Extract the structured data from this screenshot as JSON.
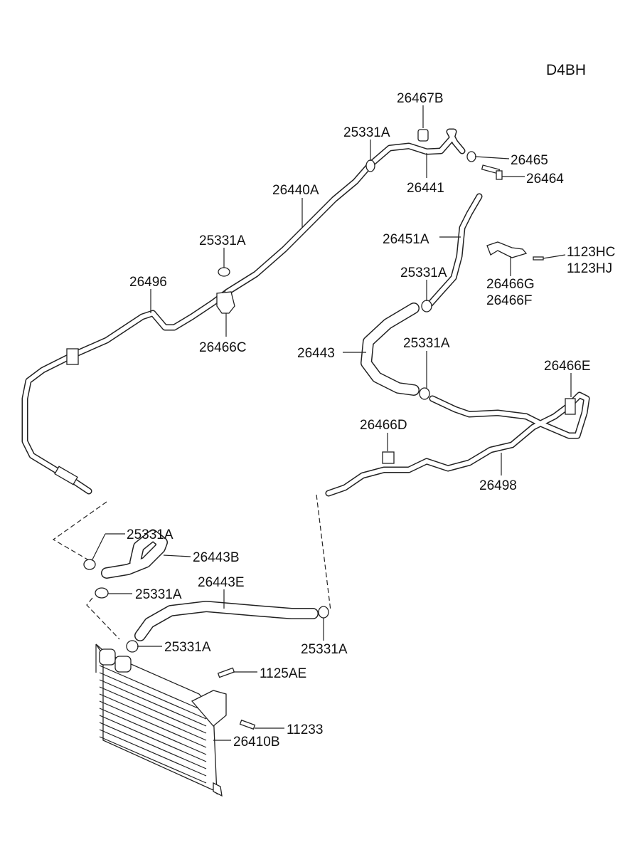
{
  "diagram": {
    "engine_code": "D4BH",
    "parts": [
      {
        "id": "p1",
        "label": "26467B"
      },
      {
        "id": "p2",
        "label": "25331A"
      },
      {
        "id": "p3",
        "label": "26465"
      },
      {
        "id": "p4",
        "label": "26464"
      },
      {
        "id": "p5",
        "label": "26441"
      },
      {
        "id": "p6",
        "label": "26440A"
      },
      {
        "id": "p7",
        "label": "25331A"
      },
      {
        "id": "p8",
        "label": "26451A"
      },
      {
        "id": "p9",
        "label": "1123HC"
      },
      {
        "id": "p10",
        "label": "1123HJ"
      },
      {
        "id": "p11",
        "label": "26496"
      },
      {
        "id": "p12",
        "label": "25331A"
      },
      {
        "id": "p13",
        "label": "26466G"
      },
      {
        "id": "p14",
        "label": "26466F"
      },
      {
        "id": "p15",
        "label": "26466C"
      },
      {
        "id": "p16",
        "label": "26443"
      },
      {
        "id": "p17",
        "label": "25331A"
      },
      {
        "id": "p18",
        "label": "26466E"
      },
      {
        "id": "p19",
        "label": "26466D"
      },
      {
        "id": "p20",
        "label": "26498"
      },
      {
        "id": "p21",
        "label": "25331A"
      },
      {
        "id": "p22",
        "label": "26443B"
      },
      {
        "id": "p23",
        "label": "26443E"
      },
      {
        "id": "p24",
        "label": "25331A"
      },
      {
        "id": "p25",
        "label": "25331A"
      },
      {
        "id": "p26",
        "label": "25331A"
      },
      {
        "id": "p27",
        "label": "1125AE"
      },
      {
        "id": "p28",
        "label": "11233"
      },
      {
        "id": "p29",
        "label": "26410B"
      }
    ]
  }
}
